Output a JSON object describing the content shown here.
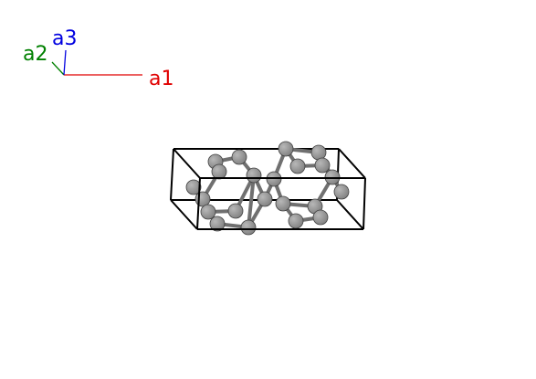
{
  "axes": {
    "a1": {
      "label": "a1",
      "color": "#e00000"
    },
    "a2": {
      "label": "a2",
      "color": "#008000"
    },
    "a3": {
      "label": "a3",
      "color": "#0000e0"
    }
  },
  "structure": {
    "atom_color": "#808080",
    "atom_highlight": "#b8b8b8",
    "atom_outline": "#404040",
    "bond_color": "#707070",
    "cell_color": "#000000"
  }
}
